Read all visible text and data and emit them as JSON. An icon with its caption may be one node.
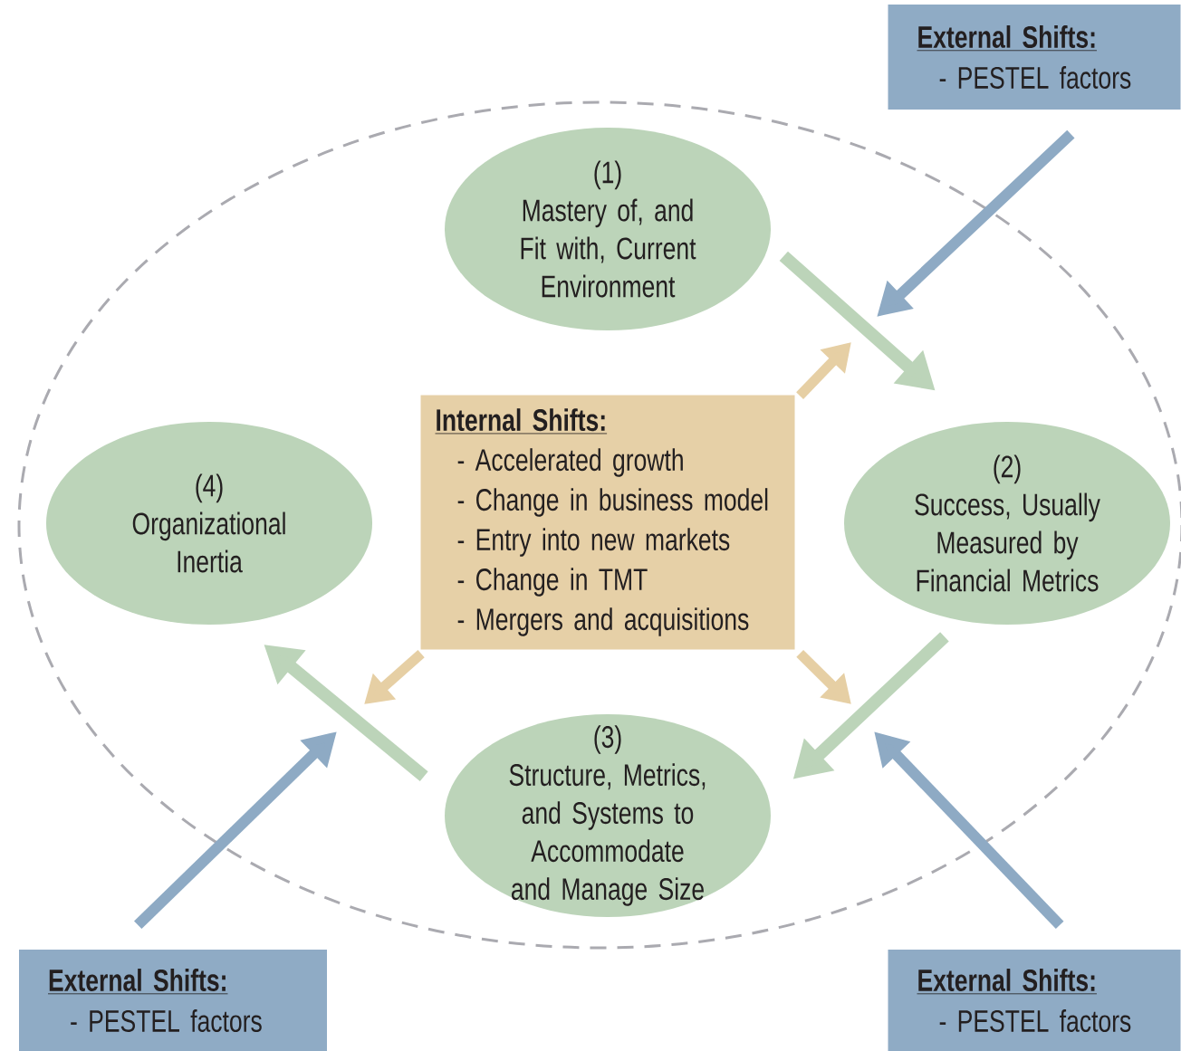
{
  "diagram": {
    "nodes": [
      {
        "text": [
          "External Shifts:",
          "- PESTEL factors"
        ]
      },
      {
        "text": [
          "(1)",
          "Mastery of, and Fit with, Current Environment"
        ]
      },
      {
        "text": [
          "Internal Shifts:",
          "- Accelerated growth",
          "- Change in business model",
          "- Entry into new markets",
          "- Change in TMT",
          "- Mergers and acquisitions"
        ]
      },
      {
        "text": [
          "(4)",
          "Organizational Inertia"
        ]
      },
      {
        "text": [
          "(2)",
          "Success, Usually Measured by Financial Metrics"
        ]
      },
      {
        "text": [
          "(3)",
          "Structure, Metrics, and Systems to Accommodate and Manage Size"
        ]
      },
      {
        "text": [
          "External Shifts:",
          "- PESTEL factors"
        ]
      },
      {
        "text": [
          "External Shifts:",
          "- PESTEL factors"
        ]
      }
    ],
    "edges": [
      {
        "from": 1,
        "to": 4,
        "arrow": "to",
        "color": "#bcd4b9"
      },
      {
        "from": 4,
        "to": 5,
        "arrow": "to",
        "color": "#bcd4b9"
      },
      {
        "from": 5,
        "to": 3,
        "arrow": "to",
        "color": "#bcd4b9"
      },
      {
        "from": 2,
        "to": null,
        "arrow": "to",
        "color": "#e6cfa4"
      },
      {
        "from": 2,
        "to": null,
        "arrow": "to",
        "color": "#e6cfa4"
      },
      {
        "from": 2,
        "to": null,
        "arrow": "to",
        "color": "#e6cfa4"
      },
      {
        "from": 0,
        "to": null,
        "arrow": "to",
        "color": "#8eaac4"
      },
      {
        "from": 6,
        "to": null,
        "arrow": "to",
        "color": "#8eaac4"
      },
      {
        "from": 7,
        "to": null,
        "arrow": "to",
        "color": "#8eaac4"
      }
    ]
  }
}
